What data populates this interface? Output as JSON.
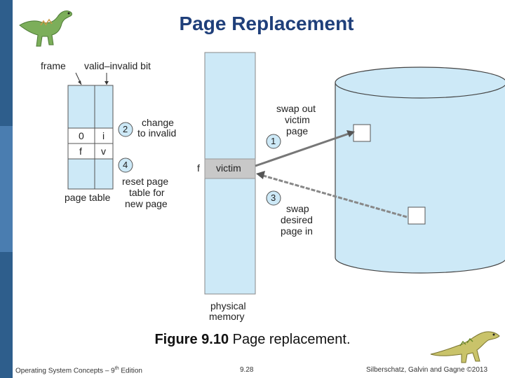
{
  "slide": {
    "title": "Page Replacement",
    "caption_bold": "Figure 9.10",
    "caption_rest": " Page replacement.",
    "footer_left_prefix": "Operating System Concepts – 9",
    "footer_left_sup": "th",
    "footer_left_suffix": " Edition",
    "footer_center": "9.28",
    "footer_right": "Silberschatz, Galvin and Gagne ©2013"
  },
  "diagram": {
    "frame_label": "frame",
    "valid_bit_label": "valid–invalid bit",
    "page_table_label": "page table",
    "rows": [
      {
        "frame": "0",
        "bit": "i"
      },
      {
        "frame": "f",
        "bit": "v"
      }
    ],
    "steps": [
      {
        "num": "1",
        "lines": [
          "swap out",
          "victim",
          "page"
        ]
      },
      {
        "num": "2",
        "lines": [
          "change",
          "to invalid"
        ]
      },
      {
        "num": "3",
        "lines": [
          "swap",
          "desired",
          "page in"
        ]
      },
      {
        "num": "4",
        "lines": [
          "reset page",
          "table for",
          "new page"
        ]
      }
    ],
    "memory_frame_label": "f",
    "victim_label": "victim",
    "memory_label_lines": [
      "physical",
      "memory"
    ]
  },
  "colors": {
    "sidebar_dark": "#2e5e8c",
    "sidebar_light": "#4a7db0",
    "diagram_fill": "#cde9f7",
    "title": "#1f3f7a",
    "victim_fill": "#c8c8c8",
    "arrow": "#777777"
  },
  "icons": [
    "dinosaur-top-left",
    "dinosaur-bottom-right"
  ]
}
